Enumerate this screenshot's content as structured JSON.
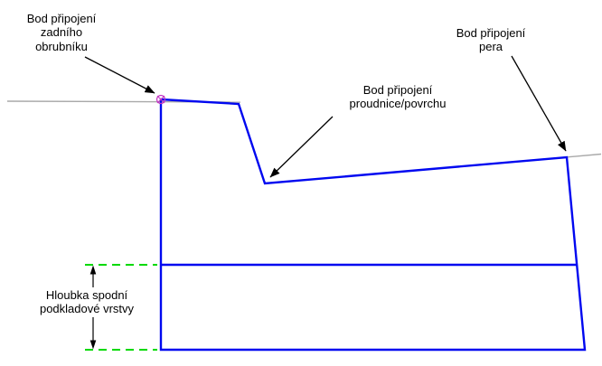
{
  "diagram": {
    "labels": {
      "back_curb": "Bod připojení\nzadního\nobrubníku",
      "flowline": "Bod připojení\nproudnice/povrchu",
      "tongue": "Bod připojení\npera",
      "base_depth": "Hloubka spodní\npodkladové vrstvy"
    },
    "colors": {
      "outline": "#0008f0",
      "reference_line": "#a9a9a9",
      "dimension_green": "#00d900",
      "marker_magenta": "#c437c4",
      "leader_black": "#000000"
    }
  }
}
